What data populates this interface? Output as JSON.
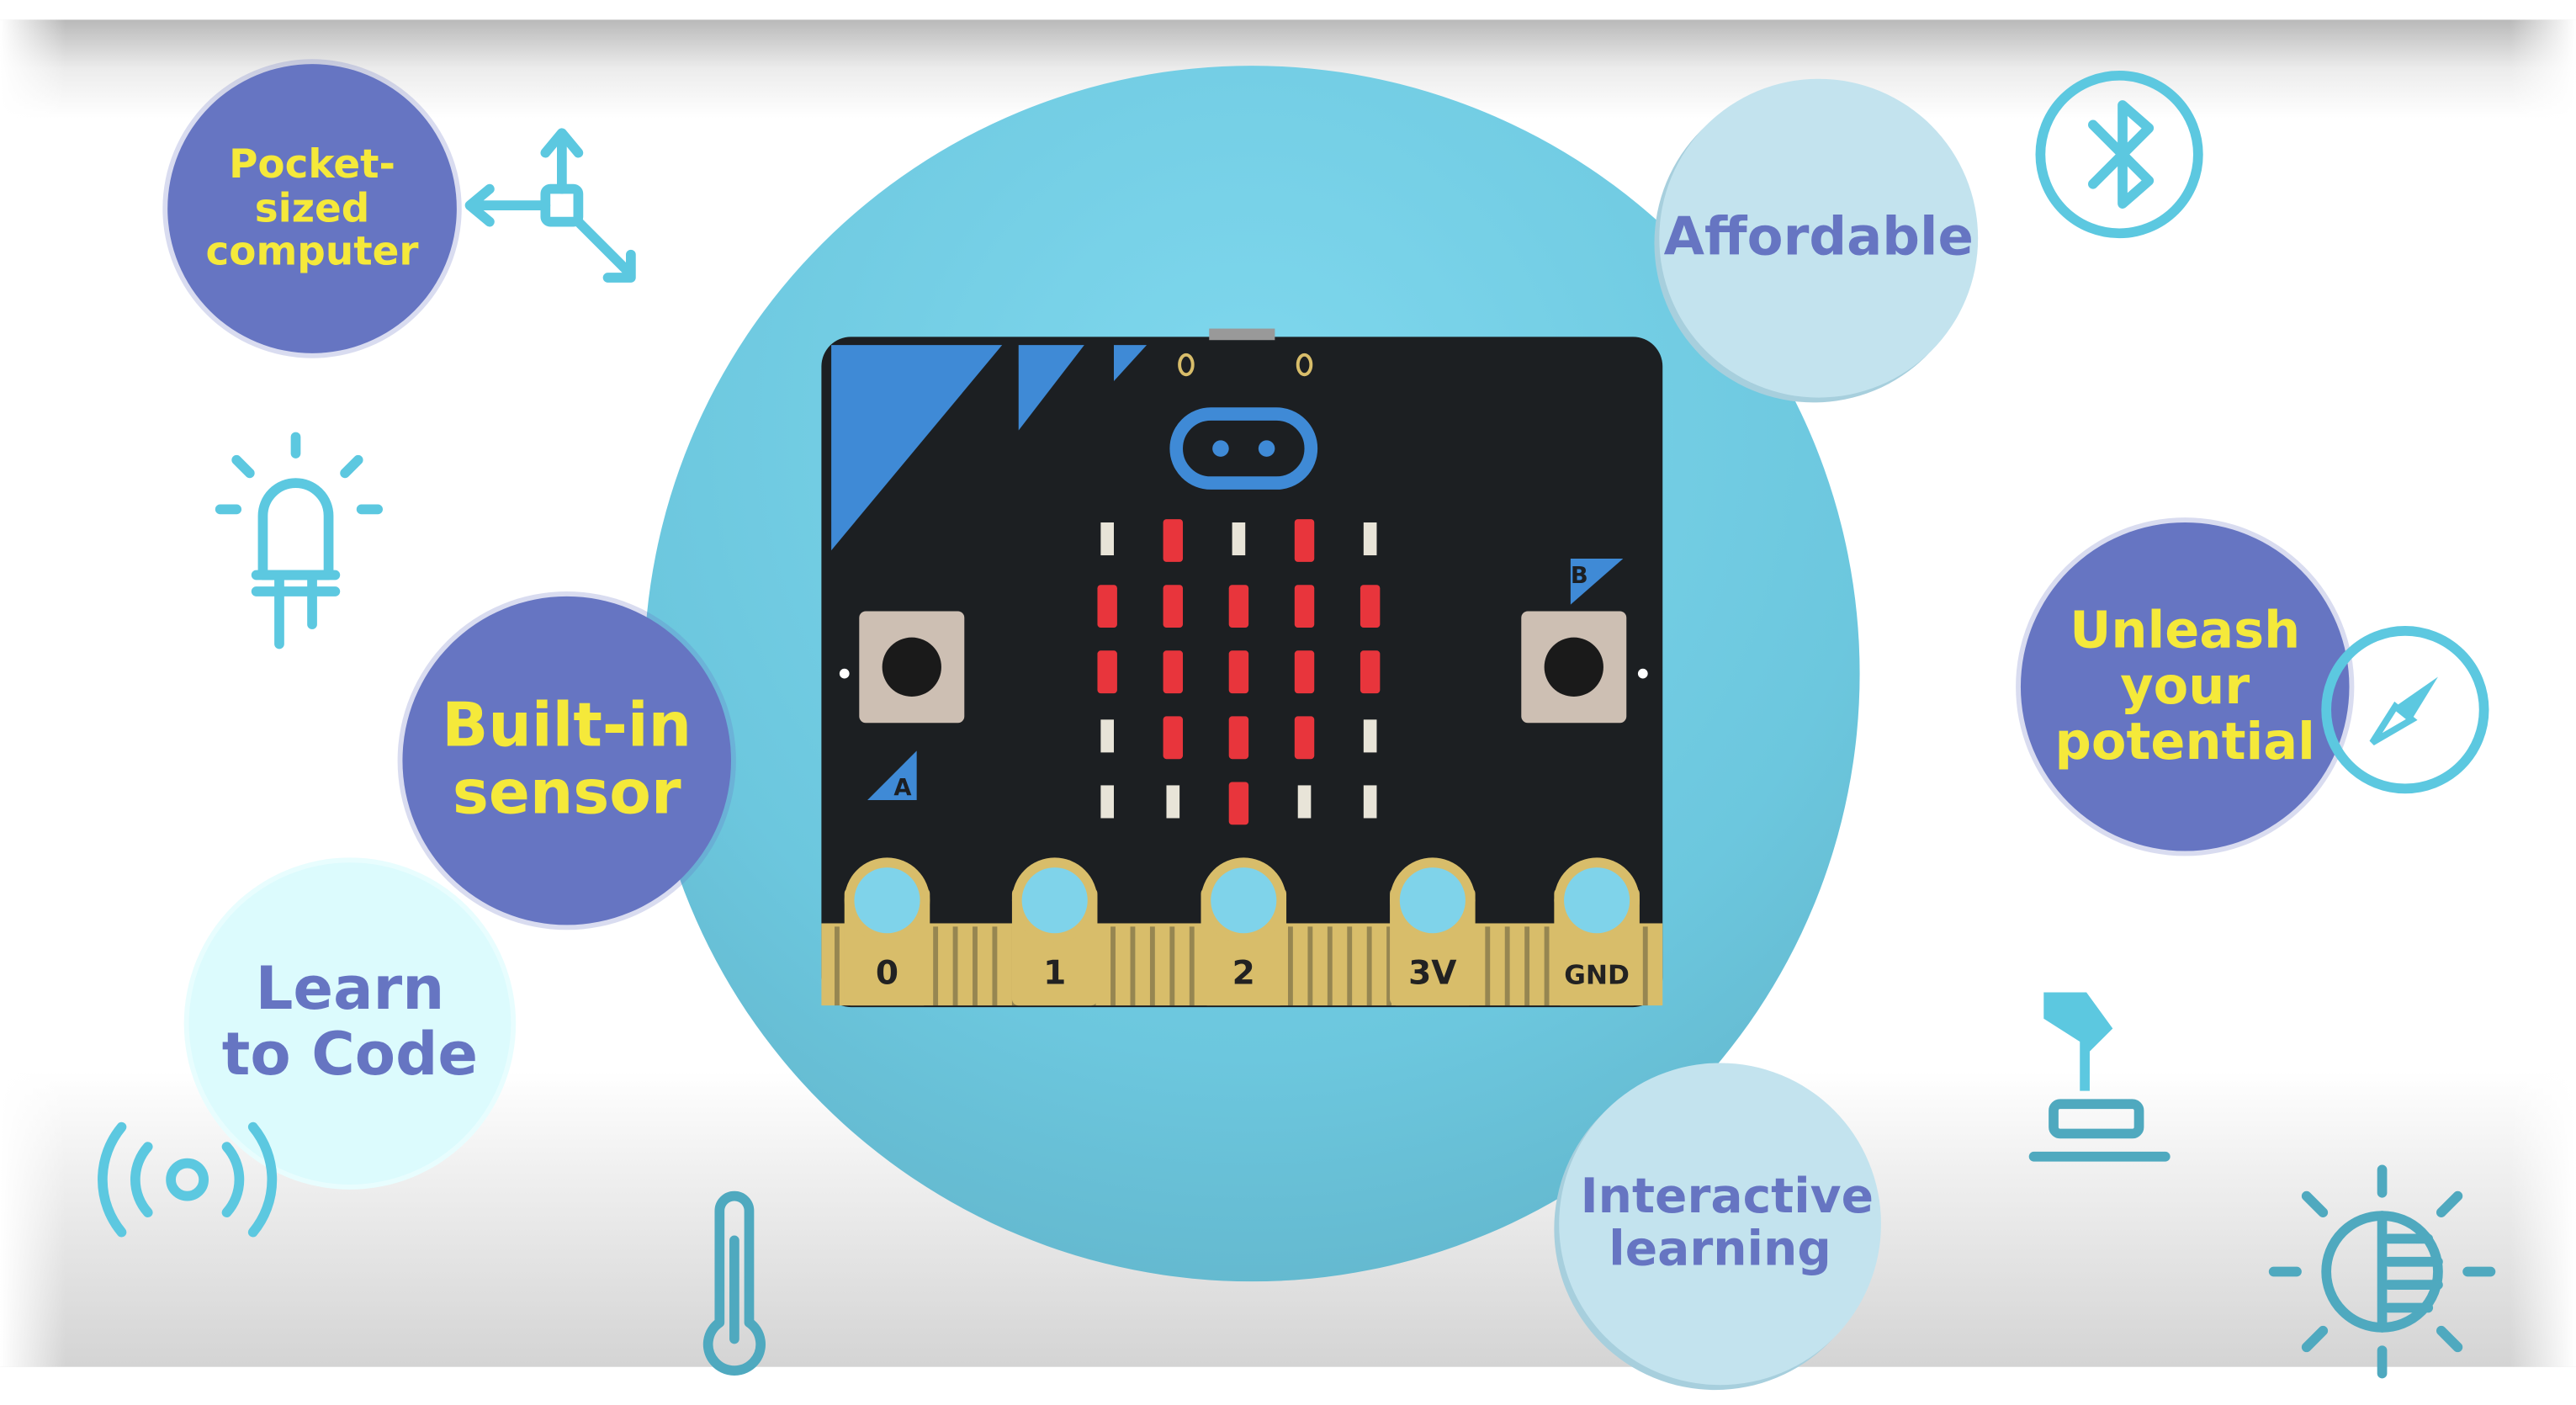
{
  "bubbles": {
    "pocket": "Pocket-sized computer",
    "affordable": "Affordable",
    "sensor": "Built-in sensor",
    "code": "Learn to Code",
    "unleash": "Unleash your potential",
    "interactive": "Interactive learning"
  },
  "board": {
    "pins": [
      "0",
      "1",
      "2",
      "3V",
      "GND"
    ],
    "button_a": "A",
    "button_b": "B",
    "led_matrix": [
      [
        0,
        1,
        0,
        1,
        0
      ],
      [
        1,
        1,
        1,
        1,
        1
      ],
      [
        1,
        1,
        1,
        1,
        1
      ],
      [
        0,
        1,
        1,
        1,
        0
      ],
      [
        0,
        0,
        1,
        0,
        0
      ]
    ]
  },
  "icons": [
    "move-arrows-icon",
    "bluetooth-icon",
    "light-bulb-icon",
    "compass-icon",
    "radio-icon",
    "thermometer-icon",
    "press-button-icon",
    "brightness-icon"
  ],
  "colors": {
    "dark_bubble": "#6675c2",
    "yellow_text": "#f5e93a",
    "light_bubble": "#c3e3ee",
    "main_circle": "#6cc7de",
    "icon": "#5cc8e0",
    "led_on": "#e8353c",
    "pcb": "#1c1f22",
    "gold": "#d8bd6a"
  }
}
